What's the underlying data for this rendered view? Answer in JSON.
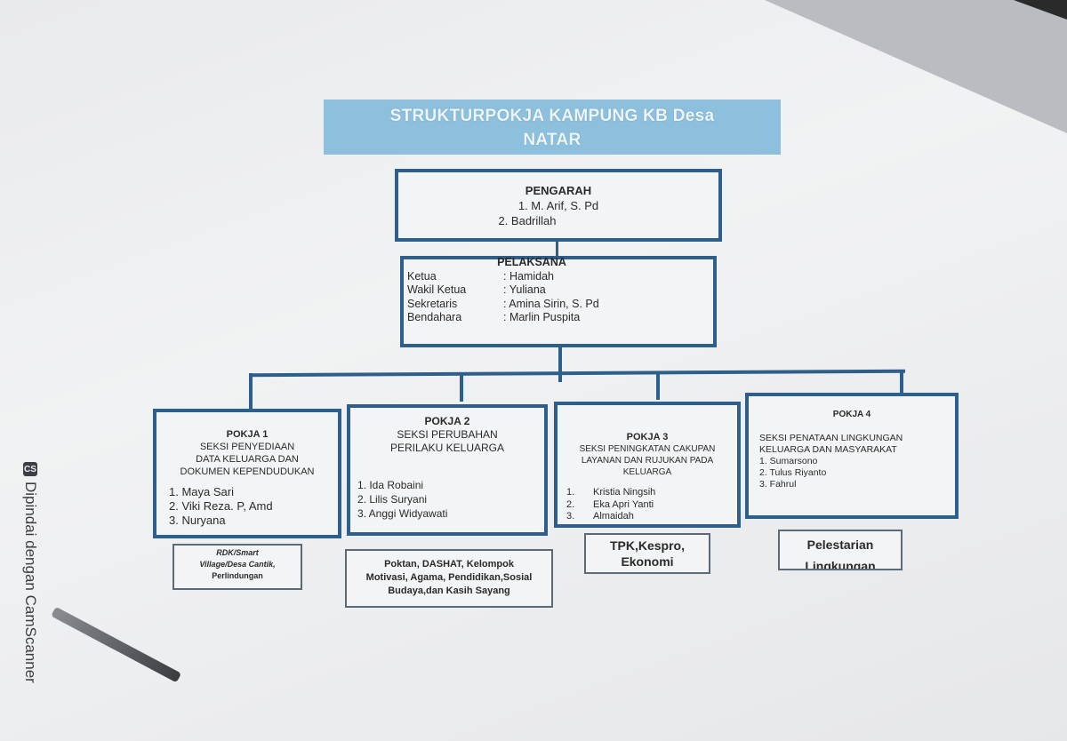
{
  "title": {
    "line1": "STRUKTURPOKJA KAMPUNG KB Desa",
    "line2": "NATAR"
  },
  "pengarah": {
    "heading": "PENGARAH",
    "members": [
      "1. M. Arif, S. Pd",
      "2. Badrillah"
    ]
  },
  "pelaksana": {
    "heading": "PELAKSANA",
    "roles": [
      {
        "role": "Ketua",
        "name": ": Hamidah"
      },
      {
        "role": "Wakil Ketua",
        "name": ": Yuliana"
      },
      {
        "role": "Sekretaris",
        "name": ": Amina Sirin, S. Pd"
      },
      {
        "role": "Bendahara",
        "name": ": Marlin Puspita"
      }
    ]
  },
  "pokja": [
    {
      "heading": "POKJA 1",
      "section": [
        "SEKSI PENYEDIAAN",
        "DATA KELUARGA DAN",
        "DOKUMEN KEPENDUDUKAN"
      ],
      "members": [
        "1.  Maya Sari",
        "2.  Viki Reza. P, Amd",
        "3.  Nuryana"
      ],
      "programs": [
        "RDK/Smart",
        "Village/Desa Cantik,",
        "Perlindungan"
      ]
    },
    {
      "heading": "POKJA 2",
      "section": [
        "SEKSI  PERUBAHAN",
        "PERILAKU KELUARGA"
      ],
      "members": [
        "1.  Ida Robaini",
        "2.  Lilis Suryani",
        "3.  Anggi Widyawati"
      ],
      "programs": [
        "Poktan, DASHAT, Kelompok",
        "Motivasi, Agama, Pendidikan,Sosial",
        "Budaya,dan Kasih Sayang"
      ]
    },
    {
      "heading": "POKJA 3",
      "section": [
        "SEKSI PENINGKATAN CAKUPAN",
        "LAYANAN DAN RUJUKAN PADA",
        "KELUARGA"
      ],
      "members": [
        {
          "n": "1.",
          "name": "Kristia Ningsih"
        },
        {
          "n": "2.",
          "name": "Eka Apri Yanti"
        },
        {
          "n": "3.",
          "name": "Almaidah"
        }
      ],
      "programs": [
        "TPK,Kespro,",
        "Ekonomi"
      ]
    },
    {
      "heading": "POKJA 4",
      "section": [
        "SEKSI PENATAAN LINGKUNGAN",
        "KELUARGA DAN MASYARAKAT"
      ],
      "members": [
        "1.  Sumarsono",
        "2.  Tulus Riyanto",
        "3.  Fahrul"
      ],
      "programs": [
        "Pelestarian",
        "Lingkungan"
      ]
    }
  ],
  "watermark": {
    "logo": "CS",
    "text": "Dipindai dengan CamScanner"
  }
}
